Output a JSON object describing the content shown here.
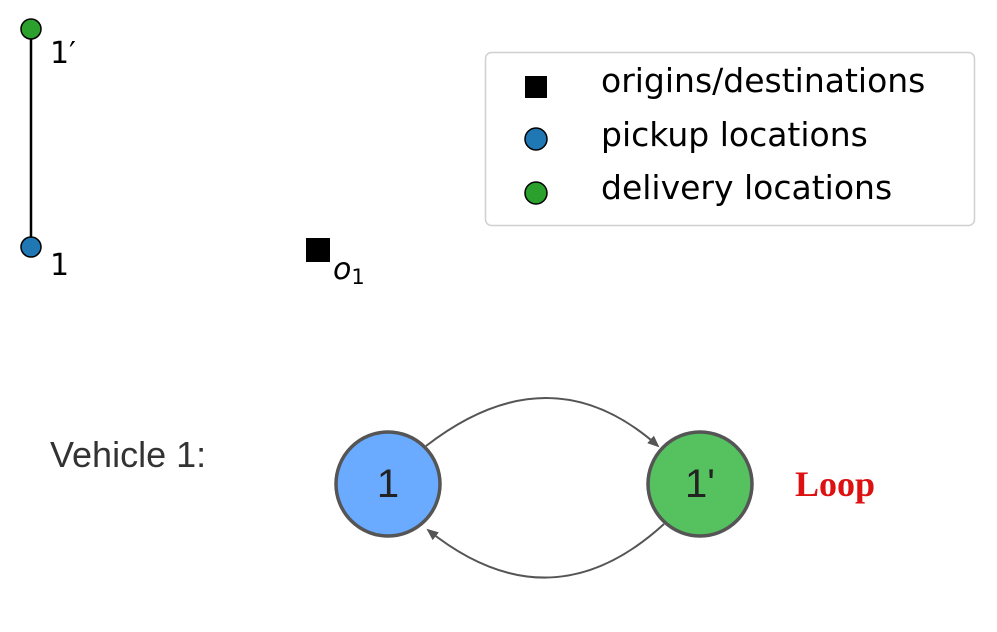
{
  "plot": {
    "pickup_label": "1",
    "delivery_label": "1′",
    "depot_label": "o",
    "depot_subscript": "1",
    "legend": {
      "items": [
        {
          "label": "origins/destinations",
          "marker": "square",
          "color": "#000000"
        },
        {
          "label": "pickup locations",
          "marker": "circle",
          "color": "#1f77b4"
        },
        {
          "label": "delivery locations",
          "marker": "circle",
          "color": "#2ca02c"
        }
      ]
    }
  },
  "route": {
    "vehicle_label": "Vehicle 1:",
    "node_pickup_label": "1",
    "node_delivery_label": "1'",
    "node_pickup_color": "#6aaaff",
    "node_delivery_color": "#55c25f",
    "status_label": "Loop",
    "status_color": "#dd1111"
  }
}
